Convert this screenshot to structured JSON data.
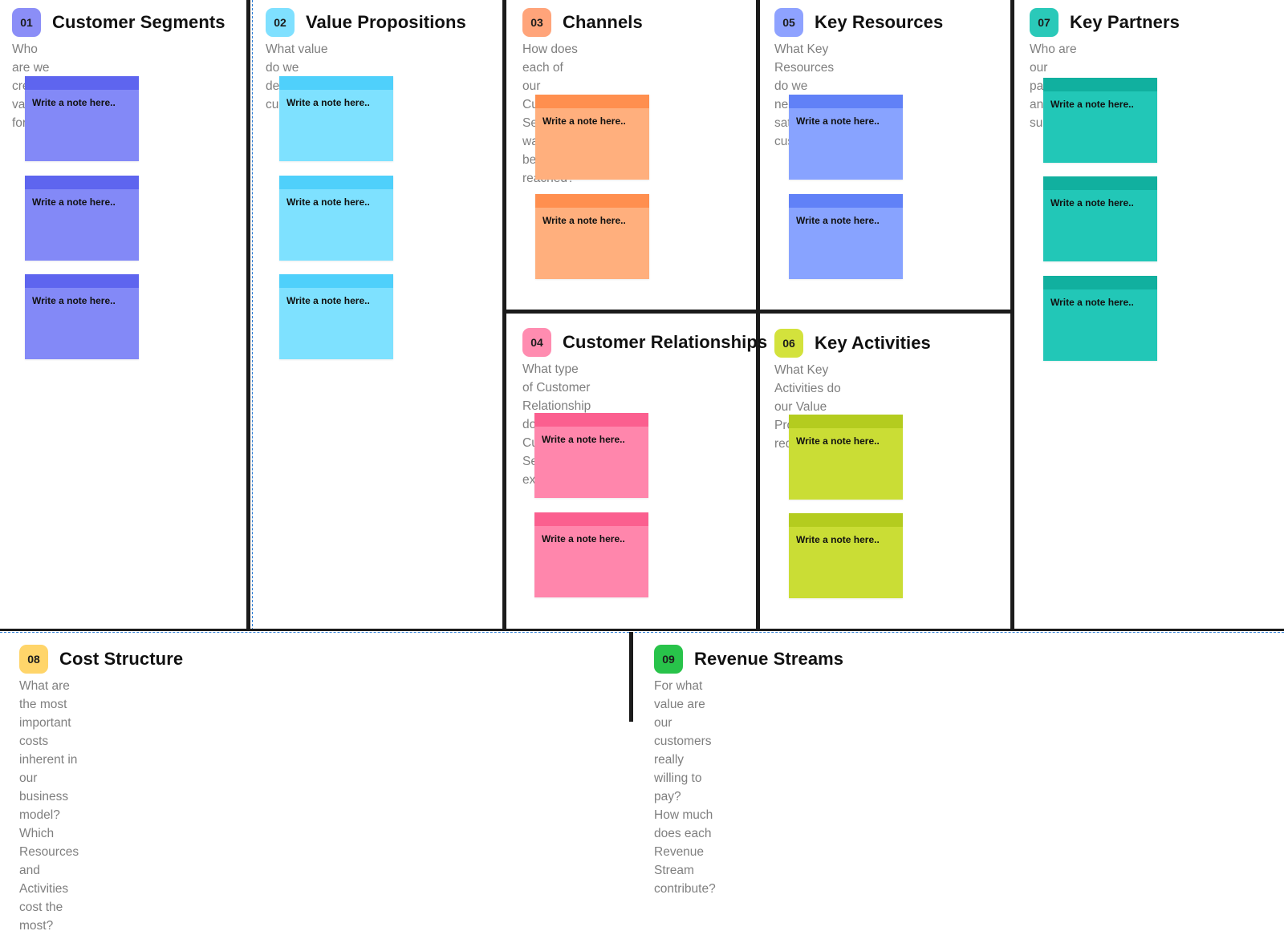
{
  "note_placeholder": "Write a note here..",
  "colors": {
    "grid_line": "#1b1b1b",
    "selection": "#2a7bd4",
    "question_text": "#7f7f7f"
  },
  "sections": {
    "customer_segments": {
      "num": "01",
      "title": "Customer Segments",
      "question": "Who are we creating value for?",
      "badge_color": "#8b8ef7",
      "note_color": "purple"
    },
    "value_propositions": {
      "num": "02",
      "title": "Value Propositions",
      "question": "What value do we deliver to customers?",
      "badge_color": "#7fe0ff",
      "note_color": "cyan"
    },
    "channels": {
      "num": "03",
      "title": "Channels",
      "question": "How does each of our Customer\nSegments want to be reached?",
      "badge_color": "#ffa47a",
      "note_color": "orange"
    },
    "customer_relationships": {
      "num": "04",
      "title": "Customer Relationships",
      "question": "What type of Customer Relationship\ndoes each Customer Segment expect?",
      "badge_color": "#ff8cb0",
      "note_color": "pink"
    },
    "key_resources": {
      "num": "05",
      "title": "Key Resources",
      "question": "What Key Resources do we need to\nsatisfy our customers?",
      "badge_color": "#8ea2ff",
      "note_color": "blue"
    },
    "key_activities": {
      "num": "06",
      "title": "Key Activities",
      "question": "What Key Activities do our Value\nPropositions require?",
      "badge_color": "#d3e23c",
      "note_color": "lime"
    },
    "key_partners": {
      "num": "07",
      "title": "Key Partners",
      "question": "Who are our partners and suppliers?",
      "badge_color": "#2ac9b9",
      "note_color": "teal"
    },
    "cost_structure": {
      "num": "08",
      "title": "Cost Structure",
      "question": "What are the most important costs inherent in our business model?\nWhich Resources and Activities cost the most?",
      "badge_color": "#ffd56a"
    },
    "revenue_streams": {
      "num": "09",
      "title": "Revenue Streams",
      "question": "For what value are our customers really willing to pay?\nHow much does each Revenue Stream contribute?",
      "badge_color": "#28c34a"
    }
  }
}
